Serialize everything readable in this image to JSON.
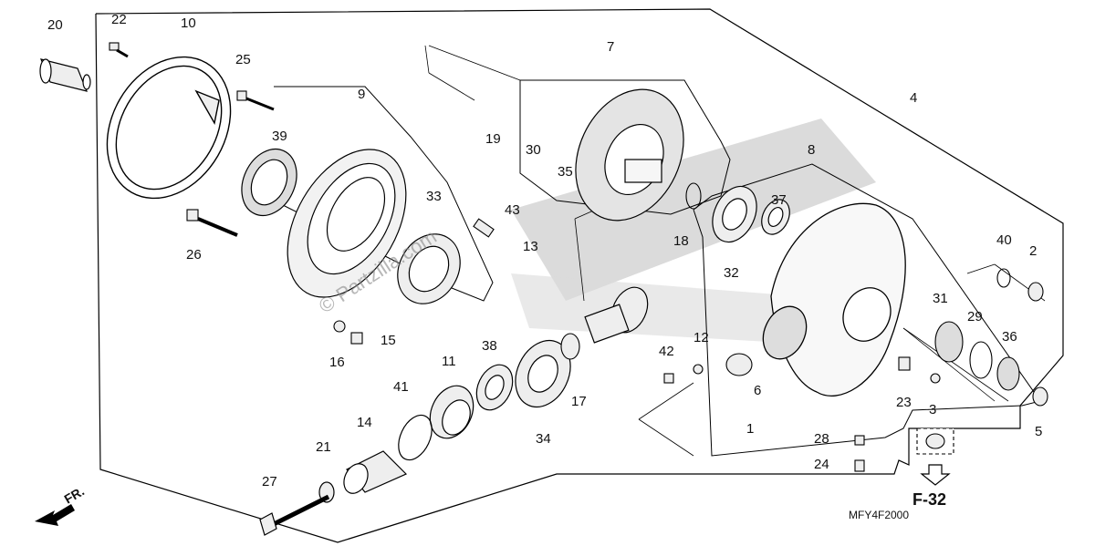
{
  "diagram": {
    "watermark": "© Partzilla.com",
    "direction_label": "FR.",
    "reference_page": "F-32",
    "diagram_code": "MFY4F2000",
    "callouts": [
      "1",
      "2",
      "3",
      "4",
      "5",
      "6",
      "7",
      "8",
      "9",
      "10",
      "11",
      "12",
      "13",
      "14",
      "15",
      "16",
      "17",
      "18",
      "19",
      "20",
      "21",
      "22",
      "23",
      "24",
      "25",
      "26",
      "27",
      "28",
      "29",
      "30",
      "31",
      "32",
      "33",
      "34",
      "35",
      "36",
      "37",
      "38",
      "39",
      "40",
      "41",
      "42",
      "43"
    ]
  }
}
